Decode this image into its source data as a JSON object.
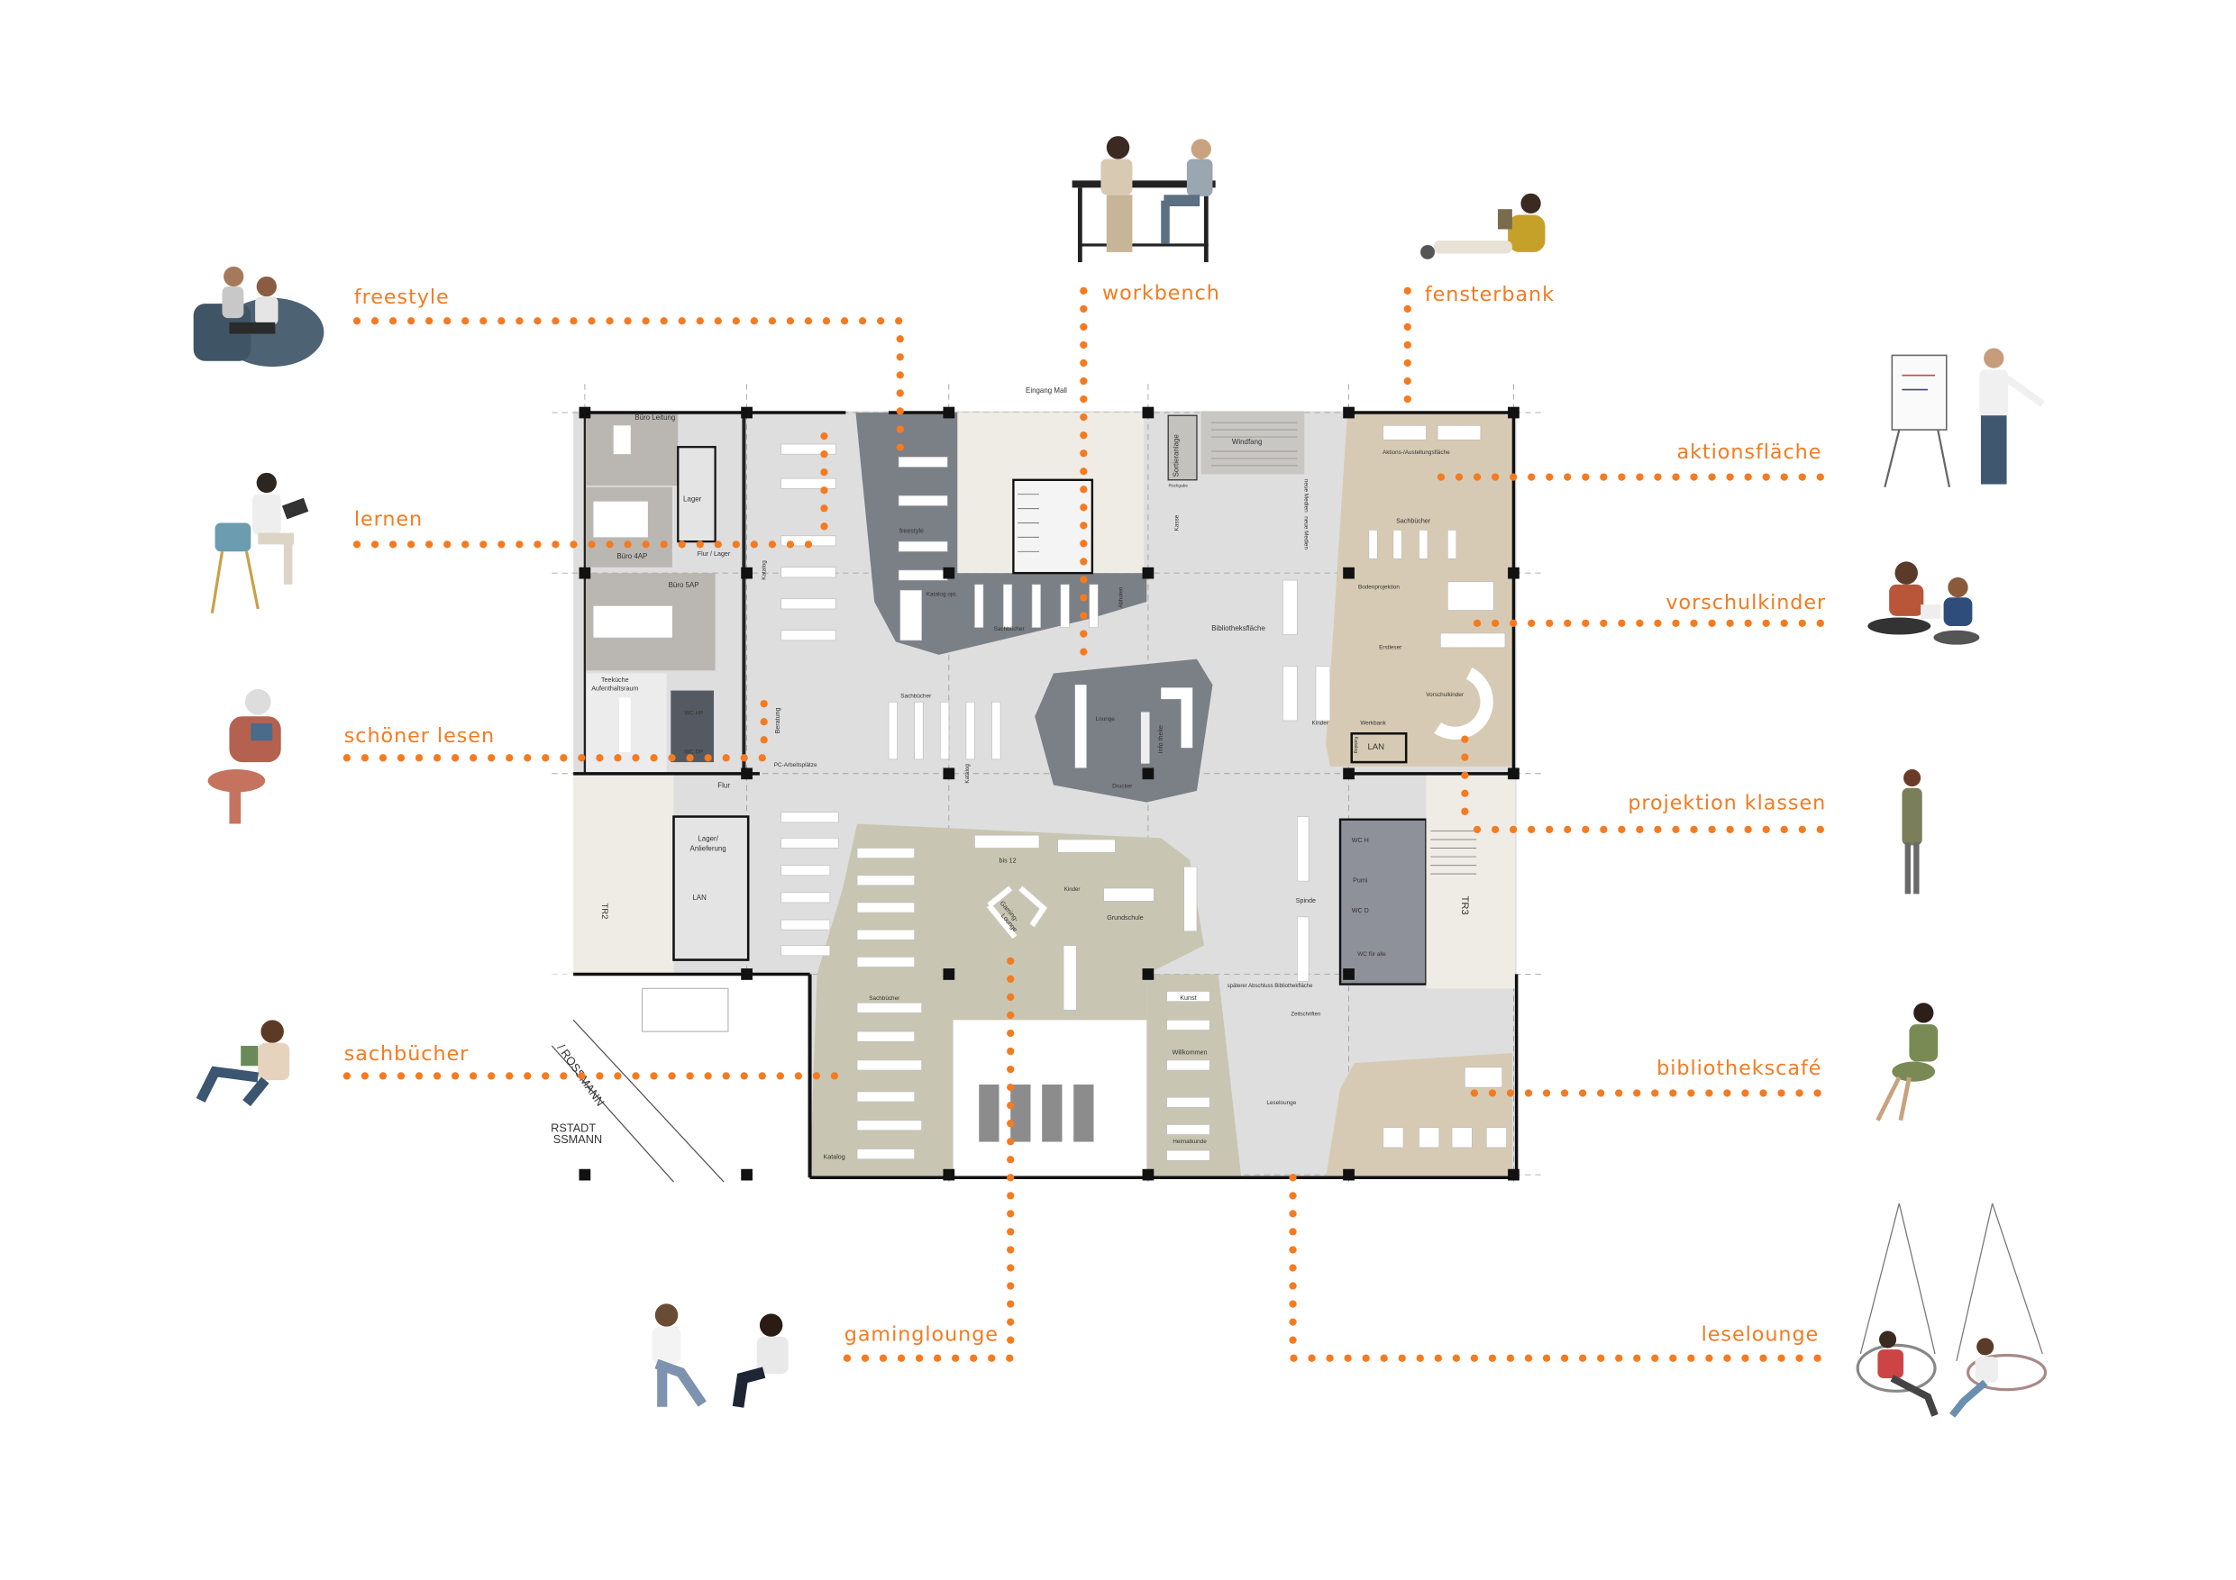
{
  "colors": {
    "accent": "#f47b20",
    "floor": "#dedede",
    "dark_zone": "#7b7f86",
    "beige_zone": "#d7cab4",
    "khaki_zone": "#c8c6b3",
    "office": "#bab7b2",
    "wall": "#111111"
  },
  "callouts": [
    {
      "id": "freestyle",
      "label": "freestyle",
      "figure": "beanbag-people-icon"
    },
    {
      "id": "lernen",
      "label": "lernen",
      "figure": "laptop-chair-person-icon"
    },
    {
      "id": "workbench",
      "label": "workbench",
      "figure": "table-people-icon"
    },
    {
      "id": "fensterbank",
      "label": "fensterbank",
      "figure": "reclining-reader-icon"
    },
    {
      "id": "aktionsflaeche",
      "label": "aktionsfläche",
      "figure": "flipchart-presenter-icon"
    },
    {
      "id": "vorschulkinder",
      "label": "vorschulkinder",
      "figure": "children-reading-icon"
    },
    {
      "id": "projektion-klassen",
      "label": "projektion klassen",
      "figure": "standing-person-icon"
    },
    {
      "id": "bibliothekscafe",
      "label": "bibliothekscafé",
      "figure": "sitting-woman-icon"
    },
    {
      "id": "leselounge",
      "label": "leselounge",
      "figure": "hanging-chairs-icon"
    },
    {
      "id": "gaminglounge",
      "label": "gaminglounge",
      "figure": "gamers-icon"
    },
    {
      "id": "sachbuecher",
      "label": "sachbücher",
      "figure": "sitting-reader-icon"
    },
    {
      "id": "schoener-lesen",
      "label": "schöner lesen",
      "figure": "armchair-reader-icon"
    }
  ],
  "plan_labels": [
    "Büro Leitung",
    "Lager",
    "Büro 4AP",
    "Flur / Lager",
    "Büro 5AP",
    "Teeküche",
    "Aufenthaltsraum",
    "WC HP",
    "WC DP",
    "Beratung",
    "PC-Arbeitsplätze",
    "Flur",
    "Katalog",
    "freestyle",
    "Katalog opt.",
    "Sachbücher",
    "Abholen",
    "Eingang Mall",
    "Windfang",
    "Sortieranlage",
    "Rückgabe",
    "Sachbücher",
    "Lounge",
    "Info theke",
    "Drucker",
    "Bibliotheksfläche",
    "Kasse",
    "neue Medien",
    "neue Medien",
    "Aktions-/Austellungsfläche",
    "Sachbücher",
    "Bodenprojektion",
    "Erstleser",
    "Vorschulkinder",
    "LAN",
    "Kinder",
    "Werkbank",
    "Lager/",
    "Anlieferung",
    "LAN",
    "TR2",
    "bis 12",
    "Kinder",
    "Gaming-",
    "Lounge",
    "Grundschule",
    "Sachbücher",
    "Kunst",
    "Willkommen",
    "Heimatkunde",
    "Katalog",
    "RSTADT",
    "SSMANN",
    "/ ROSSMANN",
    "Spinde",
    "WC H",
    "Pumi",
    "WC D",
    "WC für alle",
    "TR3",
    "späterer Abschluss Bibliothekfläche",
    "Zeitschriften",
    "Leselounge",
    "Katalog",
    "Katalog"
  ]
}
